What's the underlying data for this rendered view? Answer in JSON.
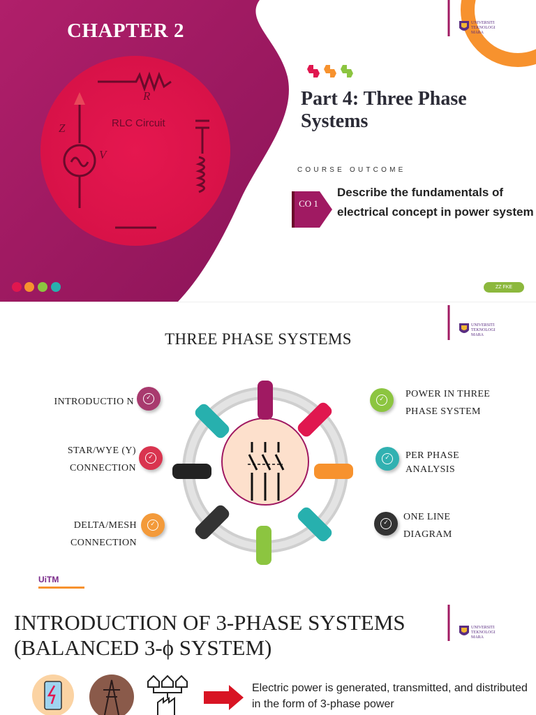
{
  "slide1": {
    "chapter": "CHAPTER 2",
    "part_title": "Part 4: Three Phase Systems",
    "course_outcome_label": "COURSE OUTCOME",
    "co_badge": "CO 1",
    "co_text": "Describe the fundamentals of electrical concept in power system",
    "circuit_labels": {
      "r": "R",
      "z": "Z",
      "v": "V",
      "caption": "RLC Circuit"
    },
    "footer_badge": "ZZ FKE",
    "logo_text": "UNIVERSITI TEKNOLOGI MARA"
  },
  "slide2": {
    "title": "THREE PHASE SYSTEMS",
    "items_left": [
      {
        "label": "INTRODUCTIO N",
        "color": "#a83a6e"
      },
      {
        "label": "STAR/WYE (Y) CONNECTION",
        "color": "#d9344f"
      },
      {
        "label": "DELTA/MESH CONNECTION",
        "color": "#f39a3a"
      }
    ],
    "items_right": [
      {
        "label": "POWER IN THREE PHASE SYSTEM",
        "color": "#8cc540"
      },
      {
        "label": "PER PHASE ANALYSIS",
        "color": "#31b1b1"
      },
      {
        "label": "ONE LINE DIAGRAM",
        "color": "#333333"
      }
    ],
    "logo_text": "UNIVERSITI TEKNOLOGI MARA",
    "uitm_mark": "UiTM"
  },
  "slide3": {
    "title_line1": "INTRODUCTION OF 3-PHASE SYSTEMS",
    "title_line2": "(BALANCED 3-ϕ SYSTEM)",
    "text": "Electric power is generated, transmitted, and distributed in the form of 3-phase power",
    "logo_text": "UNIVERSITI TEKNOLOGI MARA"
  },
  "colors": {
    "magenta": "#a01a62",
    "crimson": "#e0174f",
    "orange": "#f7922e",
    "green": "#8cc540",
    "teal": "#27b0ae"
  }
}
